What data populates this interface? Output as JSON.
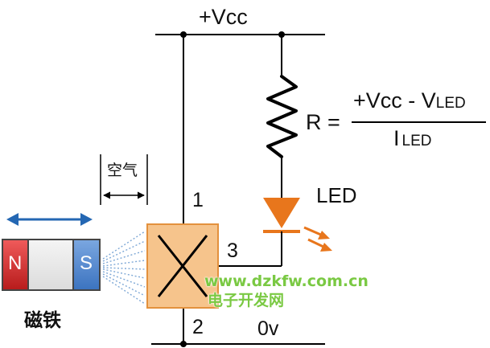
{
  "labels": {
    "vcc": "+Vcc",
    "r": "R =",
    "formula_num_prefix": "+Vcc - V",
    "formula_num_sub": "LED",
    "formula_den_main": "I",
    "formula_den_sub": "LED",
    "led": "LED",
    "pin1": "1",
    "pin2": "2",
    "pin3": "3",
    "zero_v": "0v",
    "air": "空气",
    "magnet": "磁铁",
    "magnet_n": "N",
    "magnet_s": "S"
  },
  "watermark": {
    "url": "www.dzkfw.com.cn",
    "name": "电子开发网"
  },
  "colors": {
    "wire": "#000000",
    "sensor_fill": "#f6c48c",
    "sensor_stroke": "#e3913d",
    "led": "#e8761c",
    "magnet_n": "#d42a2a",
    "magnet_s": "#4d86cf",
    "arrow": "#2467b3",
    "field": "#7ea8d6",
    "watermark": "#7ac943"
  }
}
